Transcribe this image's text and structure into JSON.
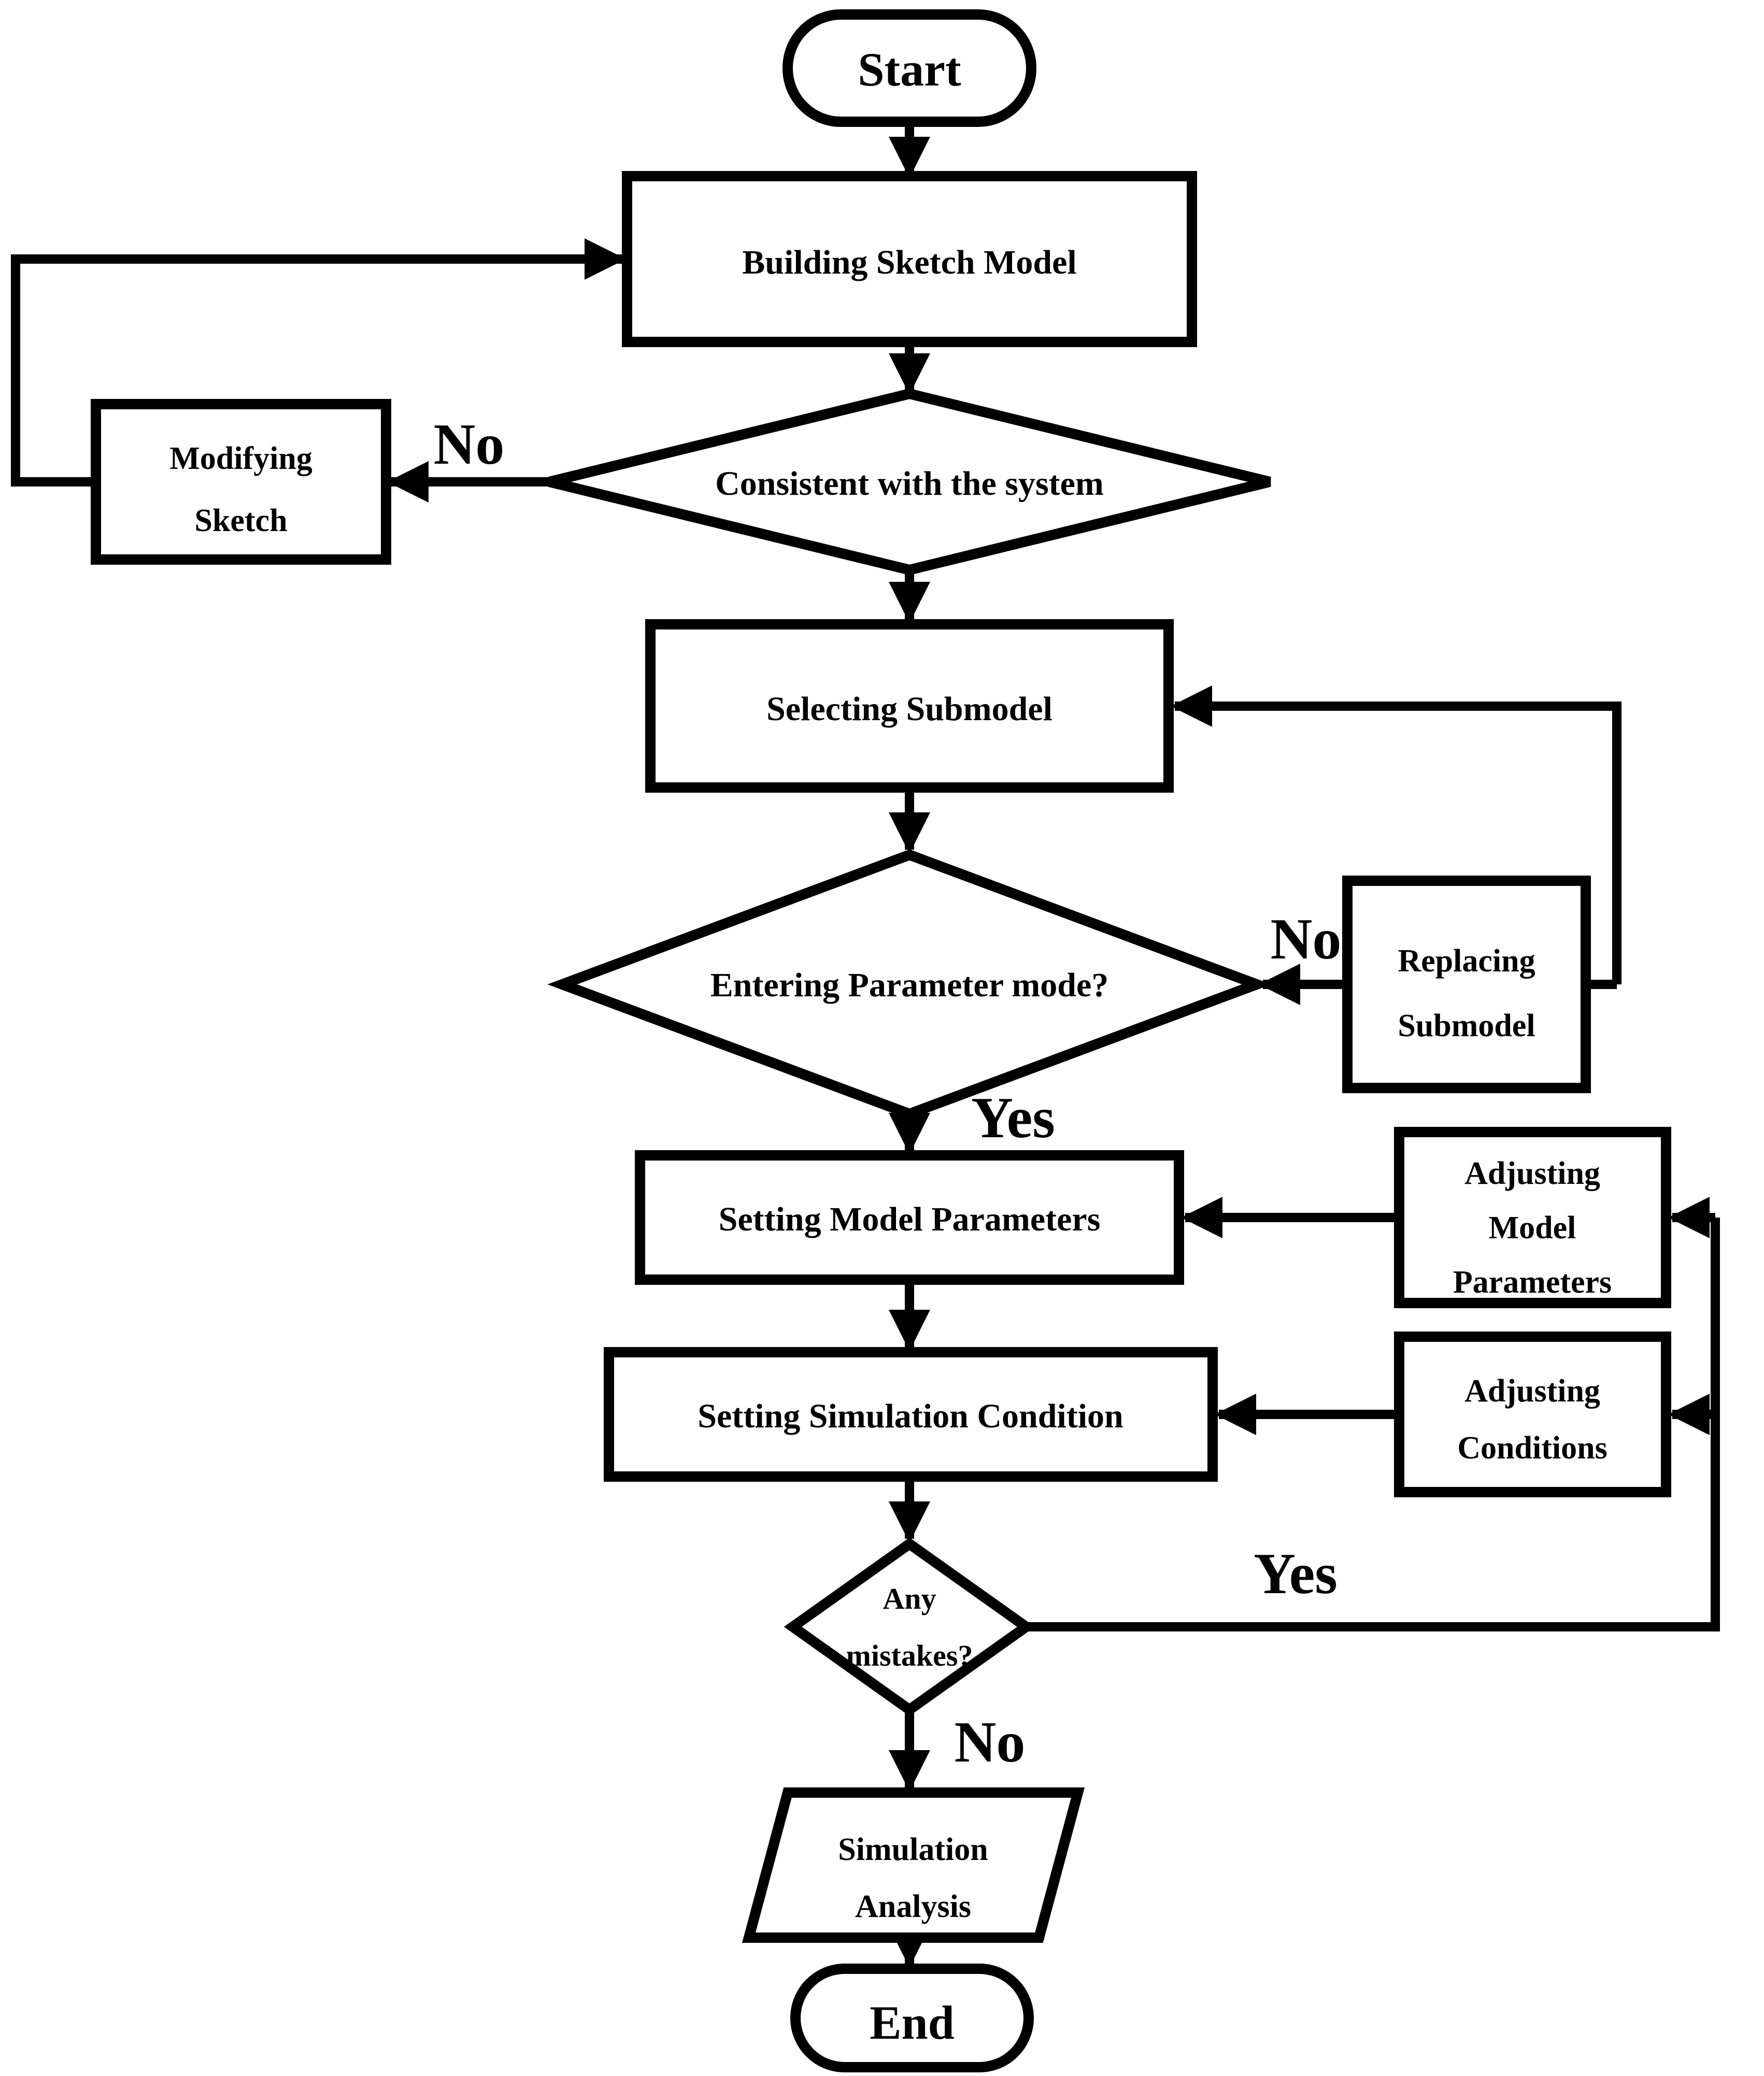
{
  "diagram": {
    "type": "flowchart",
    "background": "#FFFFFF",
    "colors": {
      "shape_border": "#000000",
      "shape_fill": "#FFFFFF",
      "connector": "#000000",
      "process_text": "#000000",
      "terminator_text": "#4472C4",
      "yes_label": "#92D050",
      "no_label": "#FF0000"
    },
    "nodes": {
      "start": {
        "type": "terminator",
        "lines": [
          "Start"
        ]
      },
      "building_sketch_model": {
        "type": "process",
        "lines": [
          "Building Sketch Model"
        ]
      },
      "consistent_with_system": {
        "type": "decision",
        "lines": [
          "Consistent with the system"
        ]
      },
      "modifying_sketch": {
        "type": "process",
        "lines": [
          "Modifying",
          "Sketch"
        ]
      },
      "selecting_submodel": {
        "type": "process",
        "lines": [
          "Selecting Submodel"
        ]
      },
      "entering_parameter_mode": {
        "type": "decision",
        "lines": [
          "Entering Parameter mode?"
        ]
      },
      "replacing_submodel": {
        "type": "process",
        "lines": [
          "Replacing",
          "Submodel"
        ]
      },
      "setting_model_parameters": {
        "type": "process",
        "lines": [
          "Setting Model Parameters"
        ]
      },
      "adjusting_model_parameters": {
        "type": "process",
        "lines": [
          "Adjusting",
          "Model",
          "Parameters"
        ]
      },
      "setting_simulation_condition": {
        "type": "process",
        "lines": [
          "Setting Simulation Condition"
        ]
      },
      "adjusting_conditions": {
        "type": "process",
        "lines": [
          "Adjusting",
          "Conditions"
        ]
      },
      "any_mistakes": {
        "type": "decision",
        "lines": [
          "Any",
          "mistakes?"
        ]
      },
      "simulation_analysis": {
        "type": "input-output",
        "lines": [
          "Simulation",
          "Analysis"
        ]
      },
      "end": {
        "type": "terminator",
        "lines": [
          "End"
        ]
      }
    },
    "edges": [
      {
        "from": "start",
        "to": "building_sketch_model"
      },
      {
        "from": "building_sketch_model",
        "to": "consistent_with_system"
      },
      {
        "from": "consistent_with_system",
        "to": "modifying_sketch",
        "label": "No",
        "label_color": "#FF0000"
      },
      {
        "from": "modifying_sketch",
        "to": "building_sketch_model"
      },
      {
        "from": "consistent_with_system",
        "to": "selecting_submodel"
      },
      {
        "from": "selecting_submodel",
        "to": "entering_parameter_mode"
      },
      {
        "from": "entering_parameter_mode",
        "to": "replacing_submodel",
        "label": "No",
        "label_color": "#FF0000"
      },
      {
        "from": "replacing_submodel",
        "to": "selecting_submodel"
      },
      {
        "from": "entering_parameter_mode",
        "to": "setting_model_parameters",
        "label": "Yes",
        "label_color": "#92D050"
      },
      {
        "from": "setting_model_parameters",
        "to": "setting_simulation_condition"
      },
      {
        "from": "setting_simulation_condition",
        "to": "any_mistakes"
      },
      {
        "from": "any_mistakes",
        "to": "adjusting_model_parameters",
        "label": "Yes",
        "label_color": "#92D050"
      },
      {
        "from": "any_mistakes",
        "to": "adjusting_conditions",
        "label": "Yes",
        "label_color": "#92D050"
      },
      {
        "from": "adjusting_model_parameters",
        "to": "setting_model_parameters"
      },
      {
        "from": "adjusting_conditions",
        "to": "setting_simulation_condition"
      },
      {
        "from": "any_mistakes",
        "to": "simulation_analysis",
        "label": "No",
        "label_color": "#FF0000"
      },
      {
        "from": "simulation_analysis",
        "to": "end"
      }
    ]
  }
}
